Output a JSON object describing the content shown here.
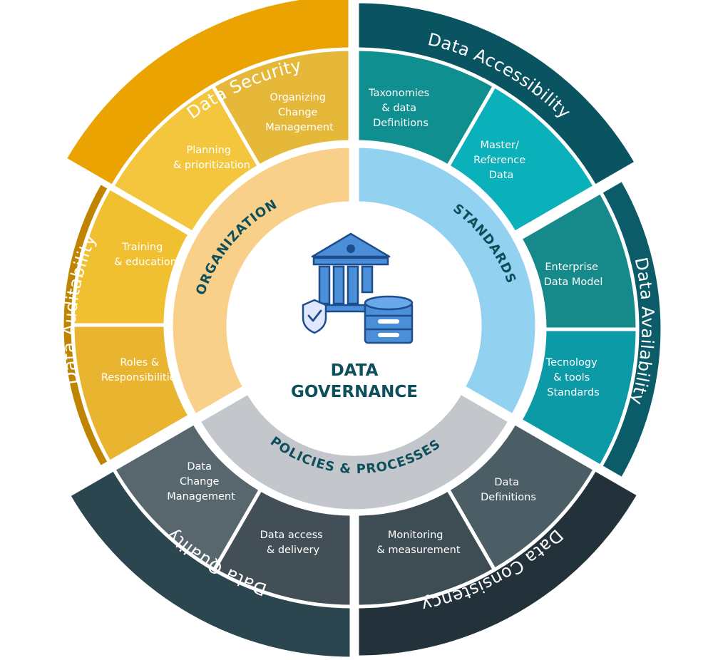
{
  "center": {
    "title_line1": "DATA",
    "title_line2": "GOVERNANCE",
    "icon": "bank-database-shield-icon"
  },
  "inner_ring": [
    {
      "id": "organization",
      "label": "ORGANIZATION",
      "color": "#f8d08a"
    },
    {
      "id": "standards",
      "label": "STANDARDS",
      "color": "#92d2f0"
    },
    {
      "id": "policies",
      "label": "POLICIES & PROCESSES",
      "color": "#c3c7cc"
    }
  ],
  "outer_ring": [
    {
      "id": "data-security",
      "label": "Data Security",
      "color": "#eaa300"
    },
    {
      "id": "data-accessibility",
      "label": "Data Accessibility",
      "color": "#0a5462"
    },
    {
      "id": "data-availability",
      "label": "Data Availability",
      "color": "#0b5c68"
    },
    {
      "id": "data-consistency",
      "label": "Data Consistency",
      "color": "#22313a"
    },
    {
      "id": "data-quality",
      "label": "Data Quality",
      "color": "#2c4650"
    },
    {
      "id": "data-auditability",
      "label": "Data Auditability",
      "color": "#bf8400"
    }
  ],
  "segments": [
    {
      "id": "organizing-change",
      "lines": [
        "Organizing",
        "Change",
        "Management"
      ],
      "color": "#e6b83a"
    },
    {
      "id": "planning",
      "lines": [
        "Planning",
        "& prioritization"
      ],
      "color": "#f3c63e"
    },
    {
      "id": "training",
      "lines": [
        "Training",
        "& education"
      ],
      "color": "#f0c030"
    },
    {
      "id": "roles",
      "lines": [
        "Roles &",
        "Responsibilities"
      ],
      "color": "#e9b42f"
    },
    {
      "id": "taxonomies",
      "lines": [
        "Taxonomies",
        "& data",
        "Definitions"
      ],
      "color": "#0f8f90"
    },
    {
      "id": "master-reference",
      "lines": [
        "Master/",
        "Reference",
        "Data"
      ],
      "color": "#0ab0ba"
    },
    {
      "id": "enterprise-model",
      "lines": [
        "Enterprise",
        "Data Model"
      ],
      "color": "#168a8a"
    },
    {
      "id": "technology-tools",
      "lines": [
        "Tecnology",
        "& tools",
        "Standards"
      ],
      "color": "#0c9aa6"
    },
    {
      "id": "data-definitions",
      "lines": [
        "Data",
        "Definitions"
      ],
      "color": "#4b5e66"
    },
    {
      "id": "monitoring",
      "lines": [
        "Monitoring",
        "& measurement"
      ],
      "color": "#3e4c53"
    },
    {
      "id": "data-access",
      "lines": [
        "Data access",
        "& delivery"
      ],
      "color": "#434f56"
    },
    {
      "id": "data-change",
      "lines": [
        "Data",
        "Change",
        "Management"
      ],
      "color": "#58676e"
    }
  ]
}
